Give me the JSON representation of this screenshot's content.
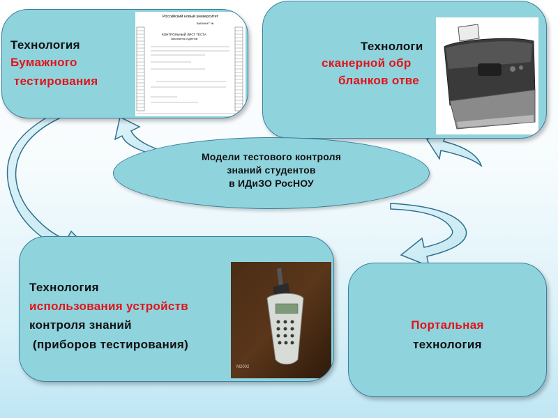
{
  "center": {
    "line1": "Модели тестового контроля",
    "line2": "знаний студентов",
    "line3": "в ИДиЗО РосНОУ"
  },
  "cards": {
    "paper": {
      "l1": "Технология",
      "l2": "Бумажного",
      "l3": " тестирования"
    },
    "scanner": {
      "l1": "Технологи",
      "l2": "сканерной обр",
      "l3": "бланков отве"
    },
    "device": {
      "l1": "Технология",
      "l2": "использования устройств",
      "l3": "контроля знаний",
      "l4": " (приборов тестирования)"
    },
    "portal": {
      "l1": "Портальная",
      "l2": "технология"
    }
  },
  "form": {
    "university": "Российский новый университет",
    "variant": "ВАРИАНТ №",
    "title": "КОНТРОЛЬНЫЙ ЛИСТ ТЕСТА",
    "subtitle": "Заполняется студентом"
  },
  "device_caption": "M2002",
  "colors": {
    "card": "#8fd3dd",
    "border": "#3b7fa0",
    "red": "#e0141a"
  }
}
